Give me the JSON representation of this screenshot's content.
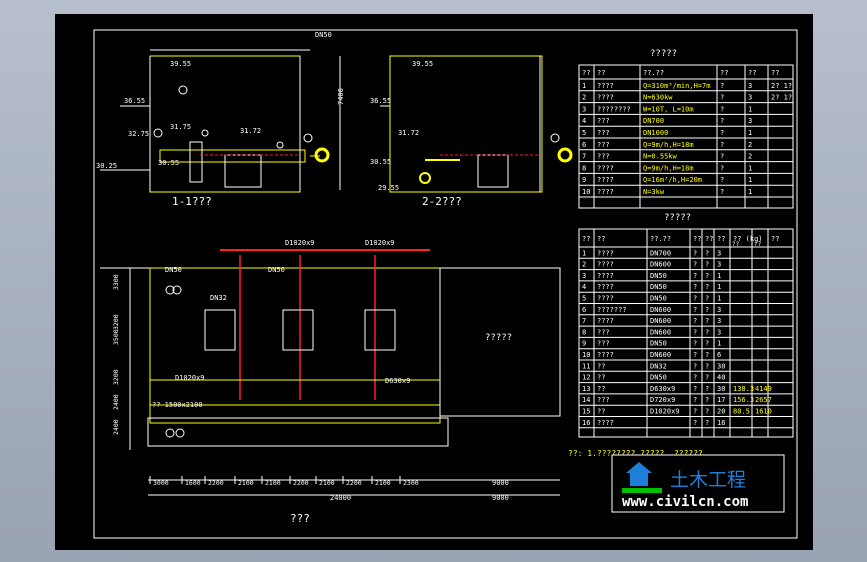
{
  "drawing": {
    "top_dim": "DN50",
    "section_1_title": "1-1???",
    "section_2_title": "2-2???",
    "plan_title": "???",
    "elev_3955": "39.55",
    "elev_3655": "36.55",
    "elev_3275": "32.75",
    "elev_3175": "31.75",
    "elev_3172": "31.72",
    "elev_3055": "30.55",
    "elev_3025": "30.25",
    "elev_2955": "29.55",
    "dim_7400": "7400",
    "pipe_d1020_a": "D1020x9",
    "pipe_d1020_b": "D1020x9",
    "pipe_d1020_c": "D1020x9",
    "pipe_d630": "D630x9",
    "dn50_a": "DN50",
    "dn50_b": "DN50",
    "dn32": "DN32",
    "room_label": "?????",
    "well_label": "??  1500x2100",
    "dims_left": [
      "3300",
      "3200",
      "3500",
      "3200",
      "2400",
      "2400"
    ],
    "dims_bottom": [
      "3000",
      "1600",
      "2200",
      "2100",
      "2100",
      "2200",
      "2100",
      "2200",
      "2100",
      "2300"
    ],
    "dim_total": "24000",
    "dim_9000a": "9000",
    "dim_9000b": "9000",
    "note": "??: 1.???????? ?????, ??????."
  },
  "equipment_table": {
    "title": "?????",
    "headers": [
      "??",
      "??",
      "??.??",
      "??",
      "??",
      "??"
    ],
    "rows": [
      [
        "1",
        "????",
        "Q=310m³/min,H=7m",
        "?",
        "3",
        "2? 1?"
      ],
      [
        "2",
        "????",
        "N=630kw",
        "?",
        "3",
        "2? 1?"
      ],
      [
        "3",
        "????????",
        "W=10T, L=10m",
        "?",
        "1",
        ""
      ],
      [
        "4",
        "???",
        "DN700",
        "?",
        "3",
        ""
      ],
      [
        "5",
        "???",
        "DN1000",
        "?",
        "1",
        ""
      ],
      [
        "6",
        "???",
        "Q=9m/h,H=18m",
        "?",
        "2",
        ""
      ],
      [
        "7",
        "???",
        "N=0.55kw",
        "?",
        "2",
        ""
      ],
      [
        "8",
        "????",
        "Q=9m/h,H=18m",
        "?",
        "1",
        ""
      ],
      [
        "9",
        "????",
        "Q=16m³/h,H=20m",
        "?",
        "1",
        ""
      ],
      [
        "10",
        "????",
        "N=3kw",
        "?",
        "1",
        ""
      ]
    ]
  },
  "pipe_table": {
    "title": "?????",
    "headers": [
      "??",
      "??",
      "??.??",
      "??",
      "??",
      "??",
      "?? (kg)",
      "??"
    ],
    "weight_sub": [
      "??",
      "??"
    ],
    "rows": [
      [
        "1",
        "????",
        "DN700",
        "?",
        "?",
        "3",
        "",
        ""
      ],
      [
        "2",
        "????",
        "DN600",
        "?",
        "?",
        "3",
        "",
        ""
      ],
      [
        "3",
        "????",
        "DN50",
        "?",
        "?",
        "1",
        "",
        ""
      ],
      [
        "4",
        "????",
        "DN50",
        "?",
        "?",
        "1",
        "",
        ""
      ],
      [
        "5",
        "????",
        "DN50",
        "?",
        "?",
        "1",
        "",
        ""
      ],
      [
        "6",
        "???????",
        "DN600",
        "?",
        "?",
        "3",
        "",
        ""
      ],
      [
        "7",
        "????",
        "DN600",
        "?",
        "?",
        "3",
        "",
        ""
      ],
      [
        "8",
        "???",
        "DN600",
        "?",
        "?",
        "3",
        "",
        ""
      ],
      [
        "9",
        "???",
        "DN50",
        "?",
        "?",
        "1",
        "",
        ""
      ],
      [
        "10",
        "????",
        "DN600",
        "?",
        "?",
        "6",
        "",
        ""
      ],
      [
        "11",
        "??",
        "DN32",
        "?",
        "?",
        "30",
        "",
        ""
      ],
      [
        "12",
        "??",
        "DN50",
        "?",
        "?",
        "40",
        "",
        ""
      ],
      [
        "13",
        "??",
        "D630x9",
        "?",
        "?",
        "30",
        "138.3",
        "4149"
      ],
      [
        "14",
        "???",
        "D720x9",
        "?",
        "?",
        "17",
        "156.3",
        "2657"
      ],
      [
        "15",
        "??",
        "D1020x9",
        "?",
        "?",
        "20",
        "80.5",
        "1610"
      ],
      [
        "16",
        "????",
        "",
        "?",
        "?",
        "16",
        "",
        ""
      ]
    ]
  },
  "watermark": {
    "brand": "土木工程",
    "url": "www.civilcn.com"
  },
  "colors": {
    "background": "#000000",
    "frame": "#a3acbc",
    "yellow": "#ffff00",
    "red": "#ff2020",
    "white": "#ffffff",
    "green": "#00ff00",
    "magenta": "#ff00ff",
    "blue_logo": "#1e7fd8"
  }
}
